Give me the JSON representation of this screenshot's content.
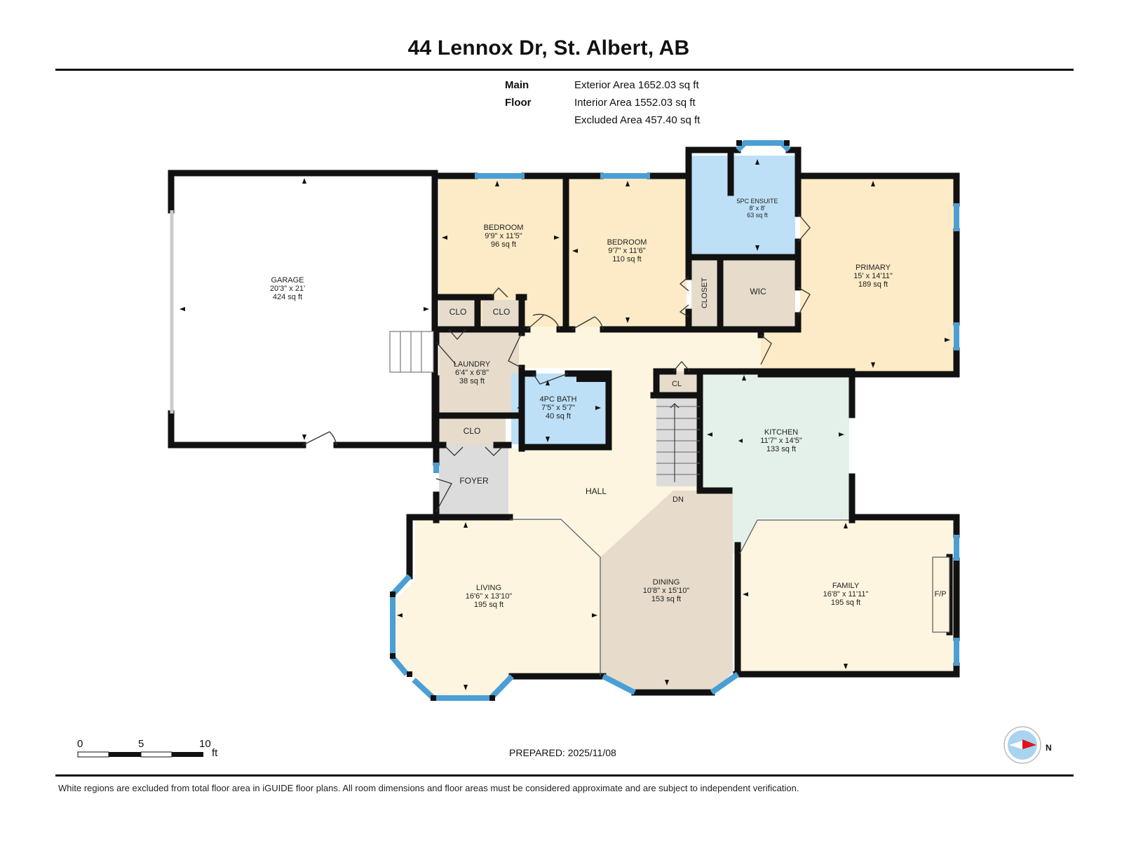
{
  "header": {
    "title": "44 Lennox Dr, St. Albert, AB"
  },
  "areas": {
    "floor_name": "Main Floor",
    "exterior": "Exterior Area 1652.03 sq ft",
    "interior": "Interior Area 1552.03 sq ft",
    "excluded": "Excluded Area 457.40 sq ft"
  },
  "rooms": {
    "garage": {
      "name": "GARAGE",
      "dims": "20'3\" x 21'",
      "area": "424 sq ft",
      "color": "#ffffff"
    },
    "bedroom1": {
      "name": "BEDROOM",
      "dims": "9'9\" x 11'5\"",
      "area": "96 sq ft",
      "color": "#fcebc6"
    },
    "bedroom2": {
      "name": "BEDROOM",
      "dims": "9'7\" x 11'6\"",
      "area": "110 sq ft",
      "color": "#fcebc6"
    },
    "ensuite": {
      "name": "5PC ENSUITE",
      "dims": "8' x 8'",
      "area": "63 sq ft",
      "color": "#bde0f7"
    },
    "primary": {
      "name": "PRIMARY",
      "dims": "15' x 14'11\"",
      "area": "189 sq ft",
      "color": "#fcebc6"
    },
    "closet": {
      "name": "CLOSET",
      "color": "#e7dccb"
    },
    "wic": {
      "name": "WIC",
      "color": "#e7dccb"
    },
    "clo1": {
      "name": "CLO",
      "color": "#e7dccb"
    },
    "clo2": {
      "name": "CLO",
      "color": "#e7dccb"
    },
    "clo3": {
      "name": "CLO",
      "color": "#e7dccb"
    },
    "cl": {
      "name": "CL",
      "color": "#e7dccb"
    },
    "laundry": {
      "name": "LAUNDRY",
      "dims": "6'4\" x 6'8\"",
      "area": "38 sq ft",
      "color": "#e7dccb"
    },
    "bath": {
      "name": "4PC BATH",
      "dims": "7'5\" x 5'7\"",
      "area": "40 sq ft",
      "color": "#bde0f7"
    },
    "foyer": {
      "name": "FOYER",
      "color": "#dcdcdc"
    },
    "hall": {
      "name": "HALL",
      "color": "#fdf5e0"
    },
    "kitchen": {
      "name": "KITCHEN",
      "dims": "11'7\" x 14'5\"",
      "area": "133 sq ft",
      "color": "#e3f1ea"
    },
    "living": {
      "name": "LIVING",
      "dims": "16'6\" x 13'10\"",
      "area": "195 sq ft",
      "color": "#fdf5e0"
    },
    "dining": {
      "name": "DINING",
      "dims": "10'8\" x 15'10\"",
      "area": "153 sq ft",
      "color": "#e7dccb"
    },
    "family": {
      "name": "FAMILY",
      "dims": "16'8\" x 11'11\"",
      "area": "195 sq ft",
      "color": "#fdf5e0"
    },
    "stairs_label": "DN",
    "fireplace_label": "F/P"
  },
  "colors": {
    "wall": "#111111",
    "window": "#4a9fd4",
    "door_gap": "#d9d9d9"
  },
  "scale_bar": {
    "ticks": [
      "0",
      "5",
      "10"
    ],
    "unit": "ft"
  },
  "prepared": "PREPARED: 2025/11/08",
  "compass": {
    "north_label": "N"
  },
  "footer": {
    "disclaimer": "White regions are excluded from total floor area in iGUIDE floor plans. All room dimensions and floor areas must be considered approximate and are subject to independent verification."
  }
}
